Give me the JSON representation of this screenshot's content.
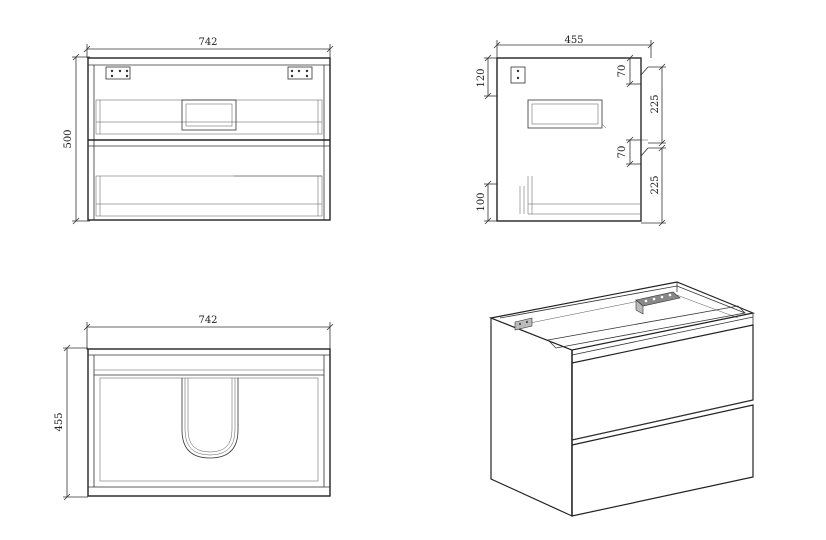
{
  "front_view": {
    "width_label": "742",
    "height_label": "500"
  },
  "side_view": {
    "depth_label": "455",
    "top_offset_label": "120",
    "bottom_offset_label": "100",
    "upper_gap_label": "70",
    "lower_gap_label": "70",
    "upper_drawer_label": "225",
    "lower_drawer_label": "225"
  },
  "top_view": {
    "width_label": "742",
    "depth_label": "455"
  },
  "iso_view": {
    "bracket_color": "#888888"
  }
}
